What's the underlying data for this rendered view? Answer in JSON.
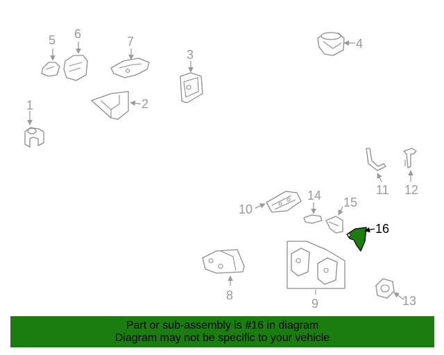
{
  "diagram": {
    "highlight_color": "#1b7d10",
    "highlighted_part": "16",
    "callouts": [
      "1",
      "2",
      "3",
      "4",
      "5",
      "6",
      "7",
      "8",
      "9",
      "10",
      "11",
      "12",
      "13",
      "14",
      "15",
      "16"
    ]
  },
  "banner": {
    "line1": "Part or sub-assembly is #16 in diagram",
    "line2": "Diagram may not be specific to your vehicle",
    "background": "#1b7d10"
  }
}
